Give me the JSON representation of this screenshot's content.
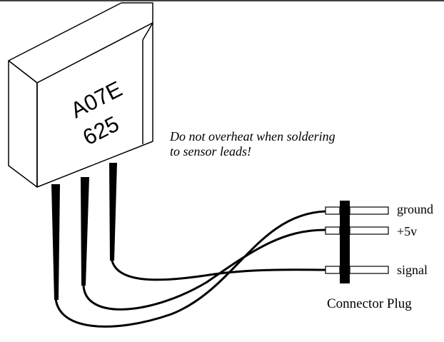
{
  "sensor": {
    "marking_line1": "A07E",
    "marking_line2": "625"
  },
  "warning": {
    "line1": "Do not overheat when soldering",
    "line2": "to sensor leads!"
  },
  "connector": {
    "caption": "Connector Plug",
    "pins": [
      {
        "label": "ground"
      },
      {
        "label": "+5v"
      },
      {
        "label": "signal"
      }
    ]
  },
  "colors": {
    "line": "#000000",
    "background": "#ffffff"
  }
}
